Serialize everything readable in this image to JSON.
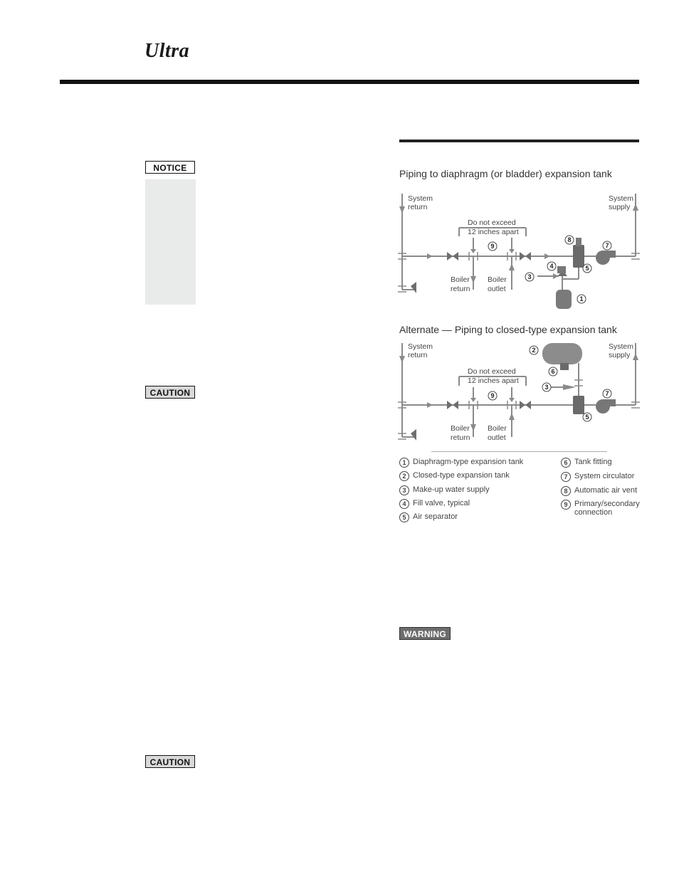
{
  "header": {
    "logo": "Ultra"
  },
  "badges": {
    "notice": "NOTICE",
    "caution": "CAUTION",
    "warning": "WARNING"
  },
  "diagram1": {
    "title": "Piping to diaphragm (or bladder) expansion tank",
    "system_return": [
      "System",
      "return"
    ],
    "system_supply": [
      "System",
      "supply"
    ],
    "do_not_exceed": [
      "Do not exceed",
      "12 inches apart"
    ],
    "boiler_return": [
      "Boiler",
      "return"
    ],
    "boiler_outlet": [
      "Boiler",
      "outlet"
    ],
    "numbers": {
      "n9": "9",
      "n8": "8",
      "n7": "7",
      "n4": "4",
      "n3": "3",
      "n5": "5",
      "n1": "1"
    }
  },
  "diagram2": {
    "title": "Alternate — Piping to closed-type expansion tank",
    "system_return": [
      "System",
      "return"
    ],
    "system_supply": [
      "System",
      "supply"
    ],
    "do_not_exceed": [
      "Do not exceed",
      "12 inches apart"
    ],
    "boiler_return": [
      "Boiler",
      "return"
    ],
    "boiler_outlet": [
      "Boiler",
      "outlet"
    ],
    "numbers": {
      "n2": "2",
      "n6": "6",
      "n3": "3",
      "n9": "9",
      "n7": "7",
      "n5": "5"
    }
  },
  "legend": {
    "left": [
      {
        "num": "1",
        "label": "Diaphragm-type expansion tank"
      },
      {
        "num": "2",
        "label": "Closed-type expansion tank"
      },
      {
        "num": "3",
        "label": "Make-up water supply"
      },
      {
        "num": "4",
        "label": "Fill valve, typical"
      },
      {
        "num": "5",
        "label": "Air separator"
      }
    ],
    "right": [
      {
        "num": "6",
        "label": "Tank fitting"
      },
      {
        "num": "7",
        "label": "System circulator"
      },
      {
        "num": "8",
        "label": "Automatic air vent"
      },
      {
        "num": "9",
        "label": "Primary/secondary connection"
      }
    ]
  },
  "colors": {
    "pipe": "#8a8a8a",
    "component": "#7a7a7a",
    "notice_panel": "#e9eaea",
    "warning_bg": "#6d6d6d",
    "caution_bg": "#d9d9d9"
  }
}
